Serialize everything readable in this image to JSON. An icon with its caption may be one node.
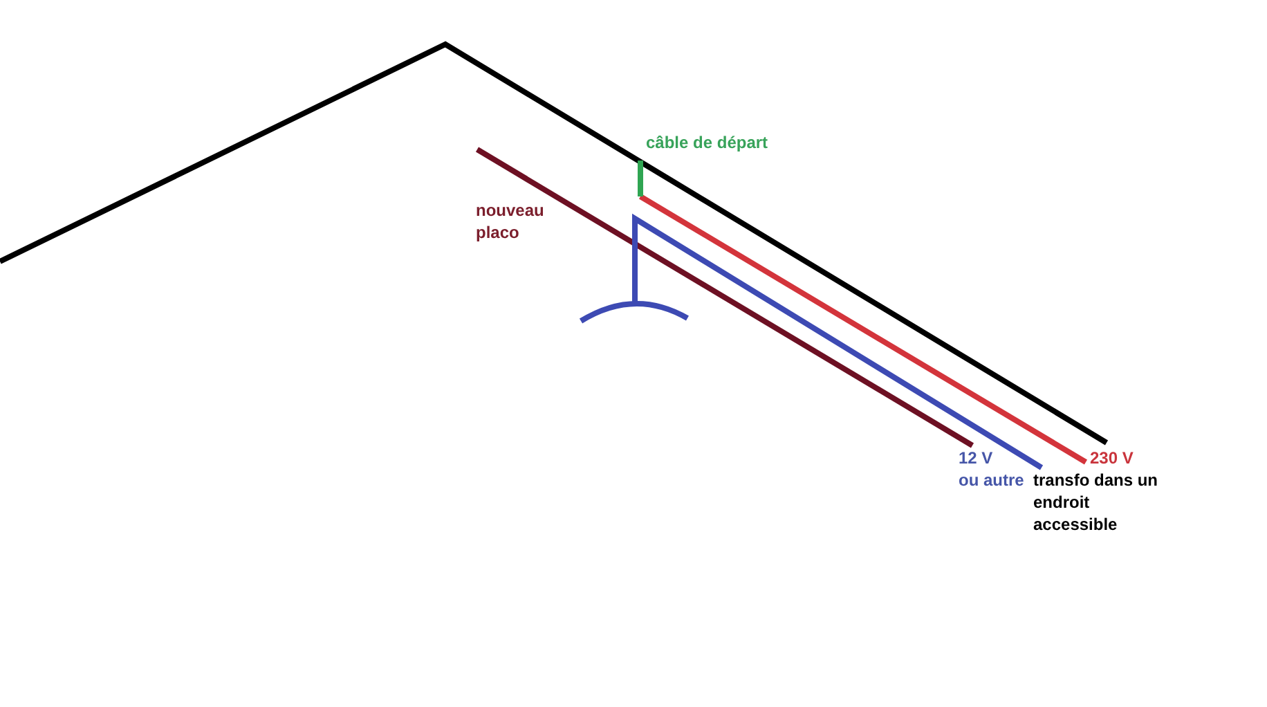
{
  "diagram": {
    "labels": [
      "câble de départ",
      "nouveau placo",
      "12 V ou autre",
      "230 V",
      "transfo dans un endroit accessible"
    ]
  }
}
